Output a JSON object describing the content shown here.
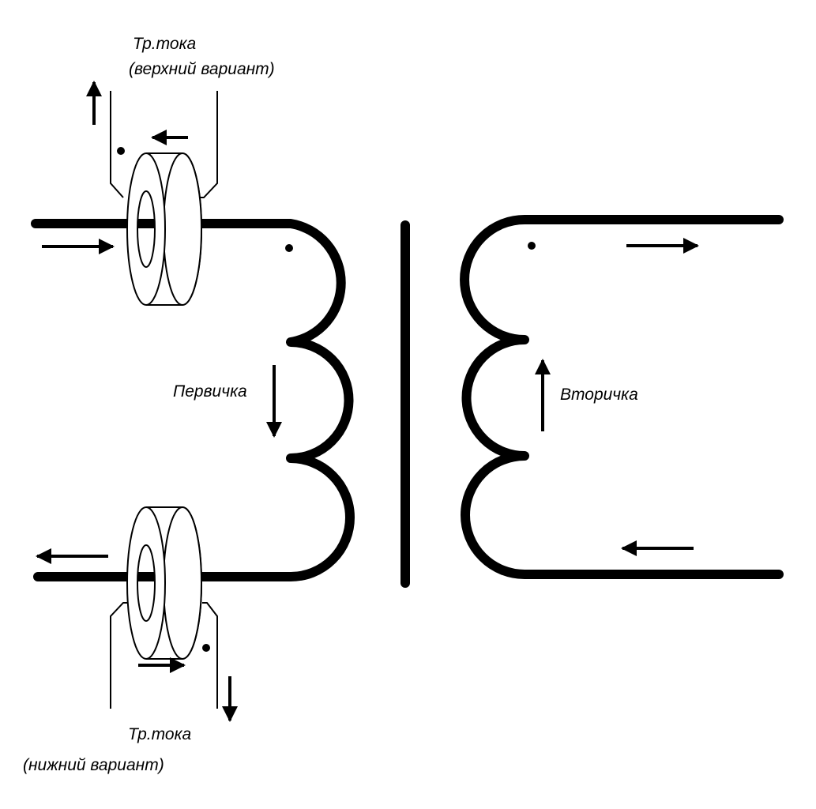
{
  "labels": {
    "ct_top_title": "Тр.тока",
    "ct_top_variant": "(верхний вариант)",
    "primary": "Первичка",
    "secondary": "Вторичка",
    "ct_bottom_title": "Тр.тока",
    "ct_bottom_variant": "(нижний вариант)"
  },
  "colors": {
    "ink": "#000000",
    "background": "#ffffff"
  }
}
